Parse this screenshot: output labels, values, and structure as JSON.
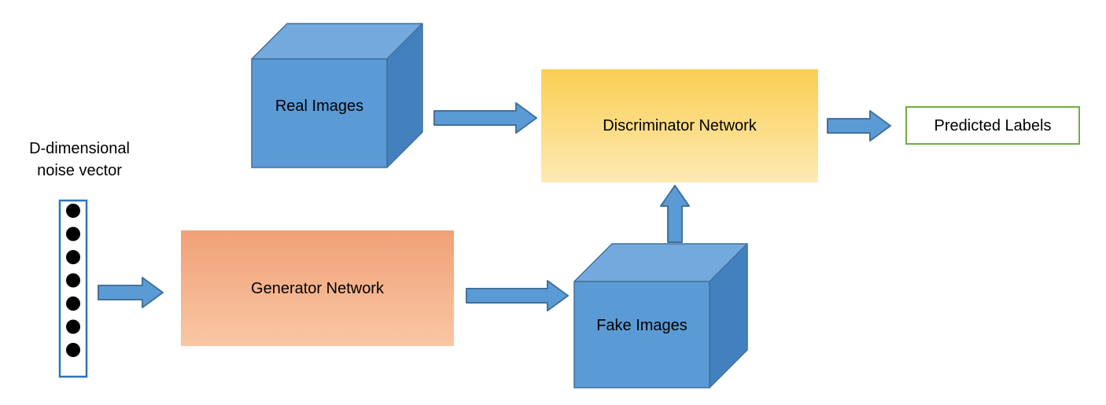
{
  "diagram": {
    "type": "flow-diagram",
    "topic": "GAN architecture",
    "nodes": {
      "noise_vector": {
        "label_line1": "D-dimensional",
        "label_line2": "noise vector",
        "dot_count": 7,
        "shape": "vertical-vector-of-dots"
      },
      "real_images": {
        "label": "Real Images",
        "shape": "cube"
      },
      "fake_images": {
        "label": "Fake Images",
        "shape": "cube"
      },
      "generator": {
        "label": "Generator Network",
        "shape": "rectangle"
      },
      "discriminator": {
        "label": "Discriminator Network",
        "shape": "rectangle"
      },
      "predicted": {
        "label": "Predicted Labels",
        "shape": "outlined-rectangle"
      }
    },
    "edges": [
      {
        "from": "noise_vector",
        "to": "generator",
        "direction": "right"
      },
      {
        "from": "generator",
        "to": "fake_images",
        "direction": "right"
      },
      {
        "from": "fake_images",
        "to": "discriminator",
        "direction": "up"
      },
      {
        "from": "real_images",
        "to": "discriminator",
        "direction": "right"
      },
      {
        "from": "discriminator",
        "to": "predicted",
        "direction": "right"
      }
    ],
    "colors": {
      "cube_front": "#5B9BD5",
      "cube_top": "#74A9DD",
      "cube_side": "#4381BE",
      "cube_stroke": "#41719C",
      "arrow_fill": "#5B9BD5",
      "arrow_stroke": "#41719C",
      "generator_gradient_start": "#F1A077",
      "generator_gradient_end": "#F8C7A3",
      "discriminator_gradient_start": "#FBCE53",
      "discriminator_gradient_end": "#FCEAB4",
      "predicted_border": "#70AD47",
      "noise_border": "#2E75B6",
      "dot_fill": "#000000",
      "text": "#000000",
      "background": "#FFFFFF"
    }
  }
}
